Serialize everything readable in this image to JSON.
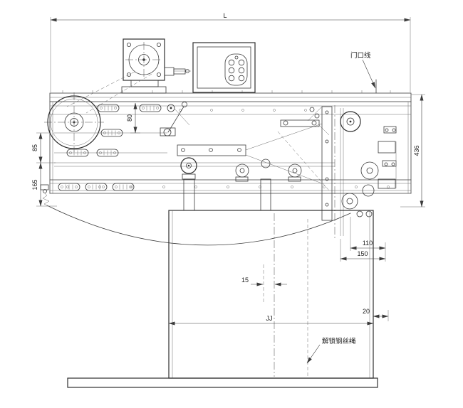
{
  "drawing": {
    "background": "#ffffff",
    "line_color": "#3b3b3b",
    "dims": {
      "L": "L",
      "JJ": "JJ",
      "h436": "436",
      "h85": "85",
      "h165": "165",
      "h80": "80",
      "d110": "110",
      "d150": "150",
      "d15": "15",
      "d20": "20"
    },
    "labels": {
      "door_opening_line": "门口线",
      "unlock_wire_rope": "解锁钢丝绳"
    }
  }
}
